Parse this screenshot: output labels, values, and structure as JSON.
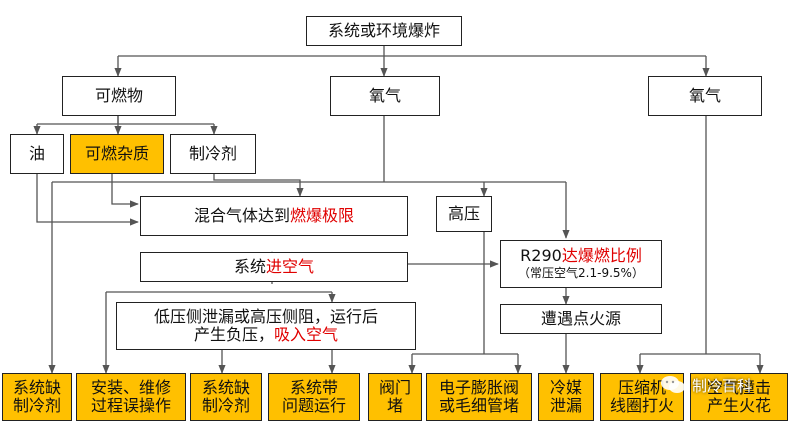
{
  "nodes": {
    "top": "系统或环境爆炸",
    "combustible": "可燃物",
    "oxygen_a": "氧气",
    "oxygen_b": "氧气",
    "oil": "油",
    "impurity": "可燃杂质",
    "refrigerant": "制冷剂",
    "mix_prefix": "混合气体达到",
    "mix_red": "燃爆极限",
    "high_pressure": "高压",
    "air_prefix": "系统",
    "air_red": "进空气",
    "r290_prefix": "R290",
    "r290_red": "达爆燃比例",
    "r290_note": "（常压空气2.1-9.5%）",
    "lowside_line1": "低压侧泄漏或高压侧阻，运行后",
    "lowside_line2_prefix": "产生负压，",
    "lowside_line2_red": "吸入空气",
    "ignition": "遭遇点火源"
  },
  "bottom": [
    {
      "line1": "系统缺",
      "line2": "制冷剂"
    },
    {
      "line1": "安装、维修",
      "line2": "过程误操作"
    },
    {
      "line1": "系统缺",
      "line2": "制冷剂"
    },
    {
      "line1": "系统带",
      "line2": "问题运行"
    },
    {
      "line1": "阀门",
      "line2": "堵"
    },
    {
      "line1": "电子膨胀阀",
      "line2": "或毛细管堵"
    },
    {
      "line1": "冷媒",
      "line2": "泄漏"
    },
    {
      "line1": "压缩机",
      "line2": "线圈打火"
    },
    {
      "line1": "空气撞击",
      "line2": "产生火花"
    }
  ],
  "watermark": "制冷百科",
  "colors": {
    "highlight": "#ffc000",
    "accent_text": "#e00000",
    "line": "#555555"
  }
}
